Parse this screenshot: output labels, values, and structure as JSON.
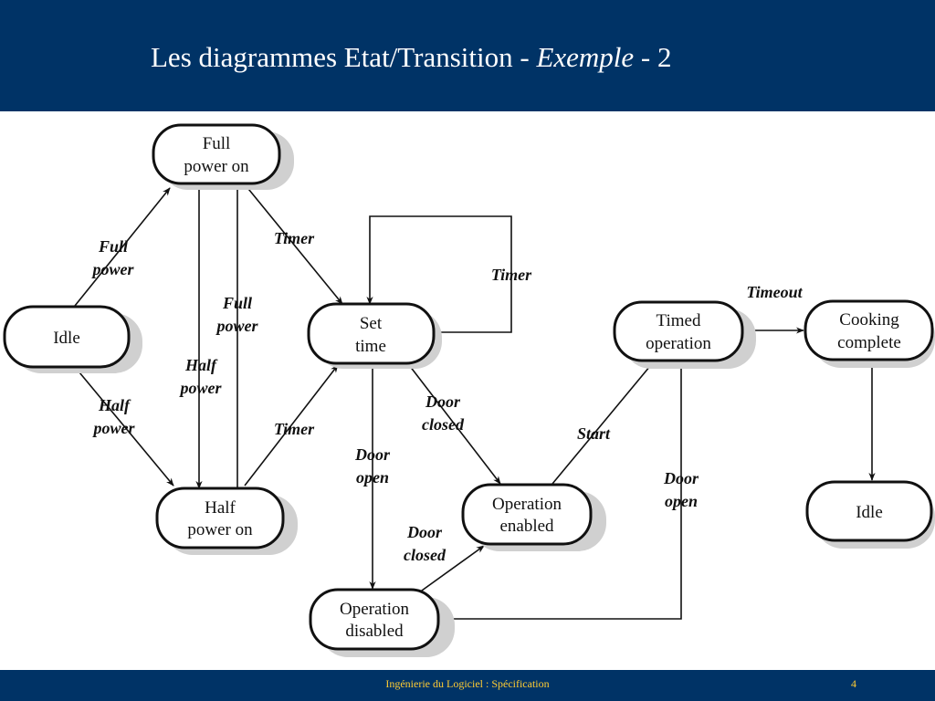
{
  "header": {
    "title_main": "Les diagrammes Etat/Transition -",
    "title_em": "Exemple",
    "title_suffix": "- 2"
  },
  "footer": {
    "course": "Ingénierie du Logiciel : Spécification",
    "page": "4"
  },
  "diagram": {
    "states": {
      "full_power_on": [
        "Full",
        "power on"
      ],
      "idle_left": [
        "Idle"
      ],
      "set_time": [
        "Set",
        "time"
      ],
      "half_power_on": [
        "Half",
        "power on"
      ],
      "operation_enabled": [
        "Operation",
        "enabled"
      ],
      "operation_disabled": [
        "Operation",
        "disabled"
      ],
      "timed_operation": [
        "Timed",
        "operation"
      ],
      "cooking_complete": [
        "Cooking",
        "complete"
      ],
      "idle_right": [
        "Idle"
      ]
    },
    "transitions": {
      "idle_to_full": [
        "Full",
        "power"
      ],
      "idle_to_half": [
        "Half",
        "power"
      ],
      "full_to_half": [
        "Half",
        "power"
      ],
      "half_to_full": [
        "Full",
        "power"
      ],
      "full_timer": [
        "Timer"
      ],
      "half_timer": [
        "Timer"
      ],
      "set_time_loop": [
        "Timer"
      ],
      "set_to_enabled": [
        "Door",
        "closed"
      ],
      "set_to_disabled": [
        "Door",
        "open"
      ],
      "disabled_to_enabled": [
        "Door",
        "closed"
      ],
      "enabled_to_timed": [
        "Start"
      ],
      "timed_to_disabled": [
        "Door",
        "open"
      ],
      "timed_to_complete": [
        "Timeout"
      ]
    }
  },
  "colors": {
    "header_bg": "#003366",
    "title_text": "#ffffff",
    "footer_text": "#ffcc33"
  }
}
